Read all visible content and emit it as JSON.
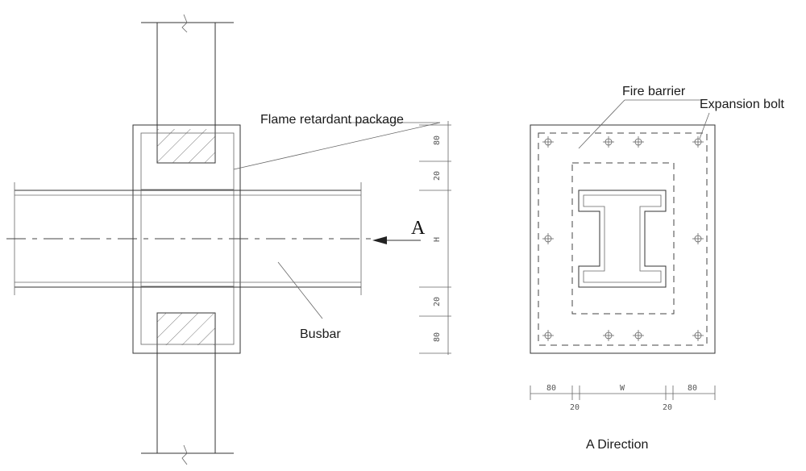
{
  "labels": {
    "flame_retardant": "Flame retardant package",
    "busbar": "Busbar",
    "fire_barrier": "Fire barrier",
    "expansion_bolt": "Expansion bolt",
    "a_direction": "A Direction",
    "arrow_letter": "A"
  },
  "dimensions_left": {
    "top_80": "80",
    "top_20": "20",
    "height": "H",
    "bottom_20": "20",
    "bottom_80": "80"
  },
  "dimensions_right": {
    "left_80": "80",
    "left_20": "20",
    "width": "W",
    "right_20": "20",
    "right_80": "80"
  },
  "colors": {
    "line": "#333333",
    "hatch": "#555555",
    "background": "#ffffff"
  }
}
